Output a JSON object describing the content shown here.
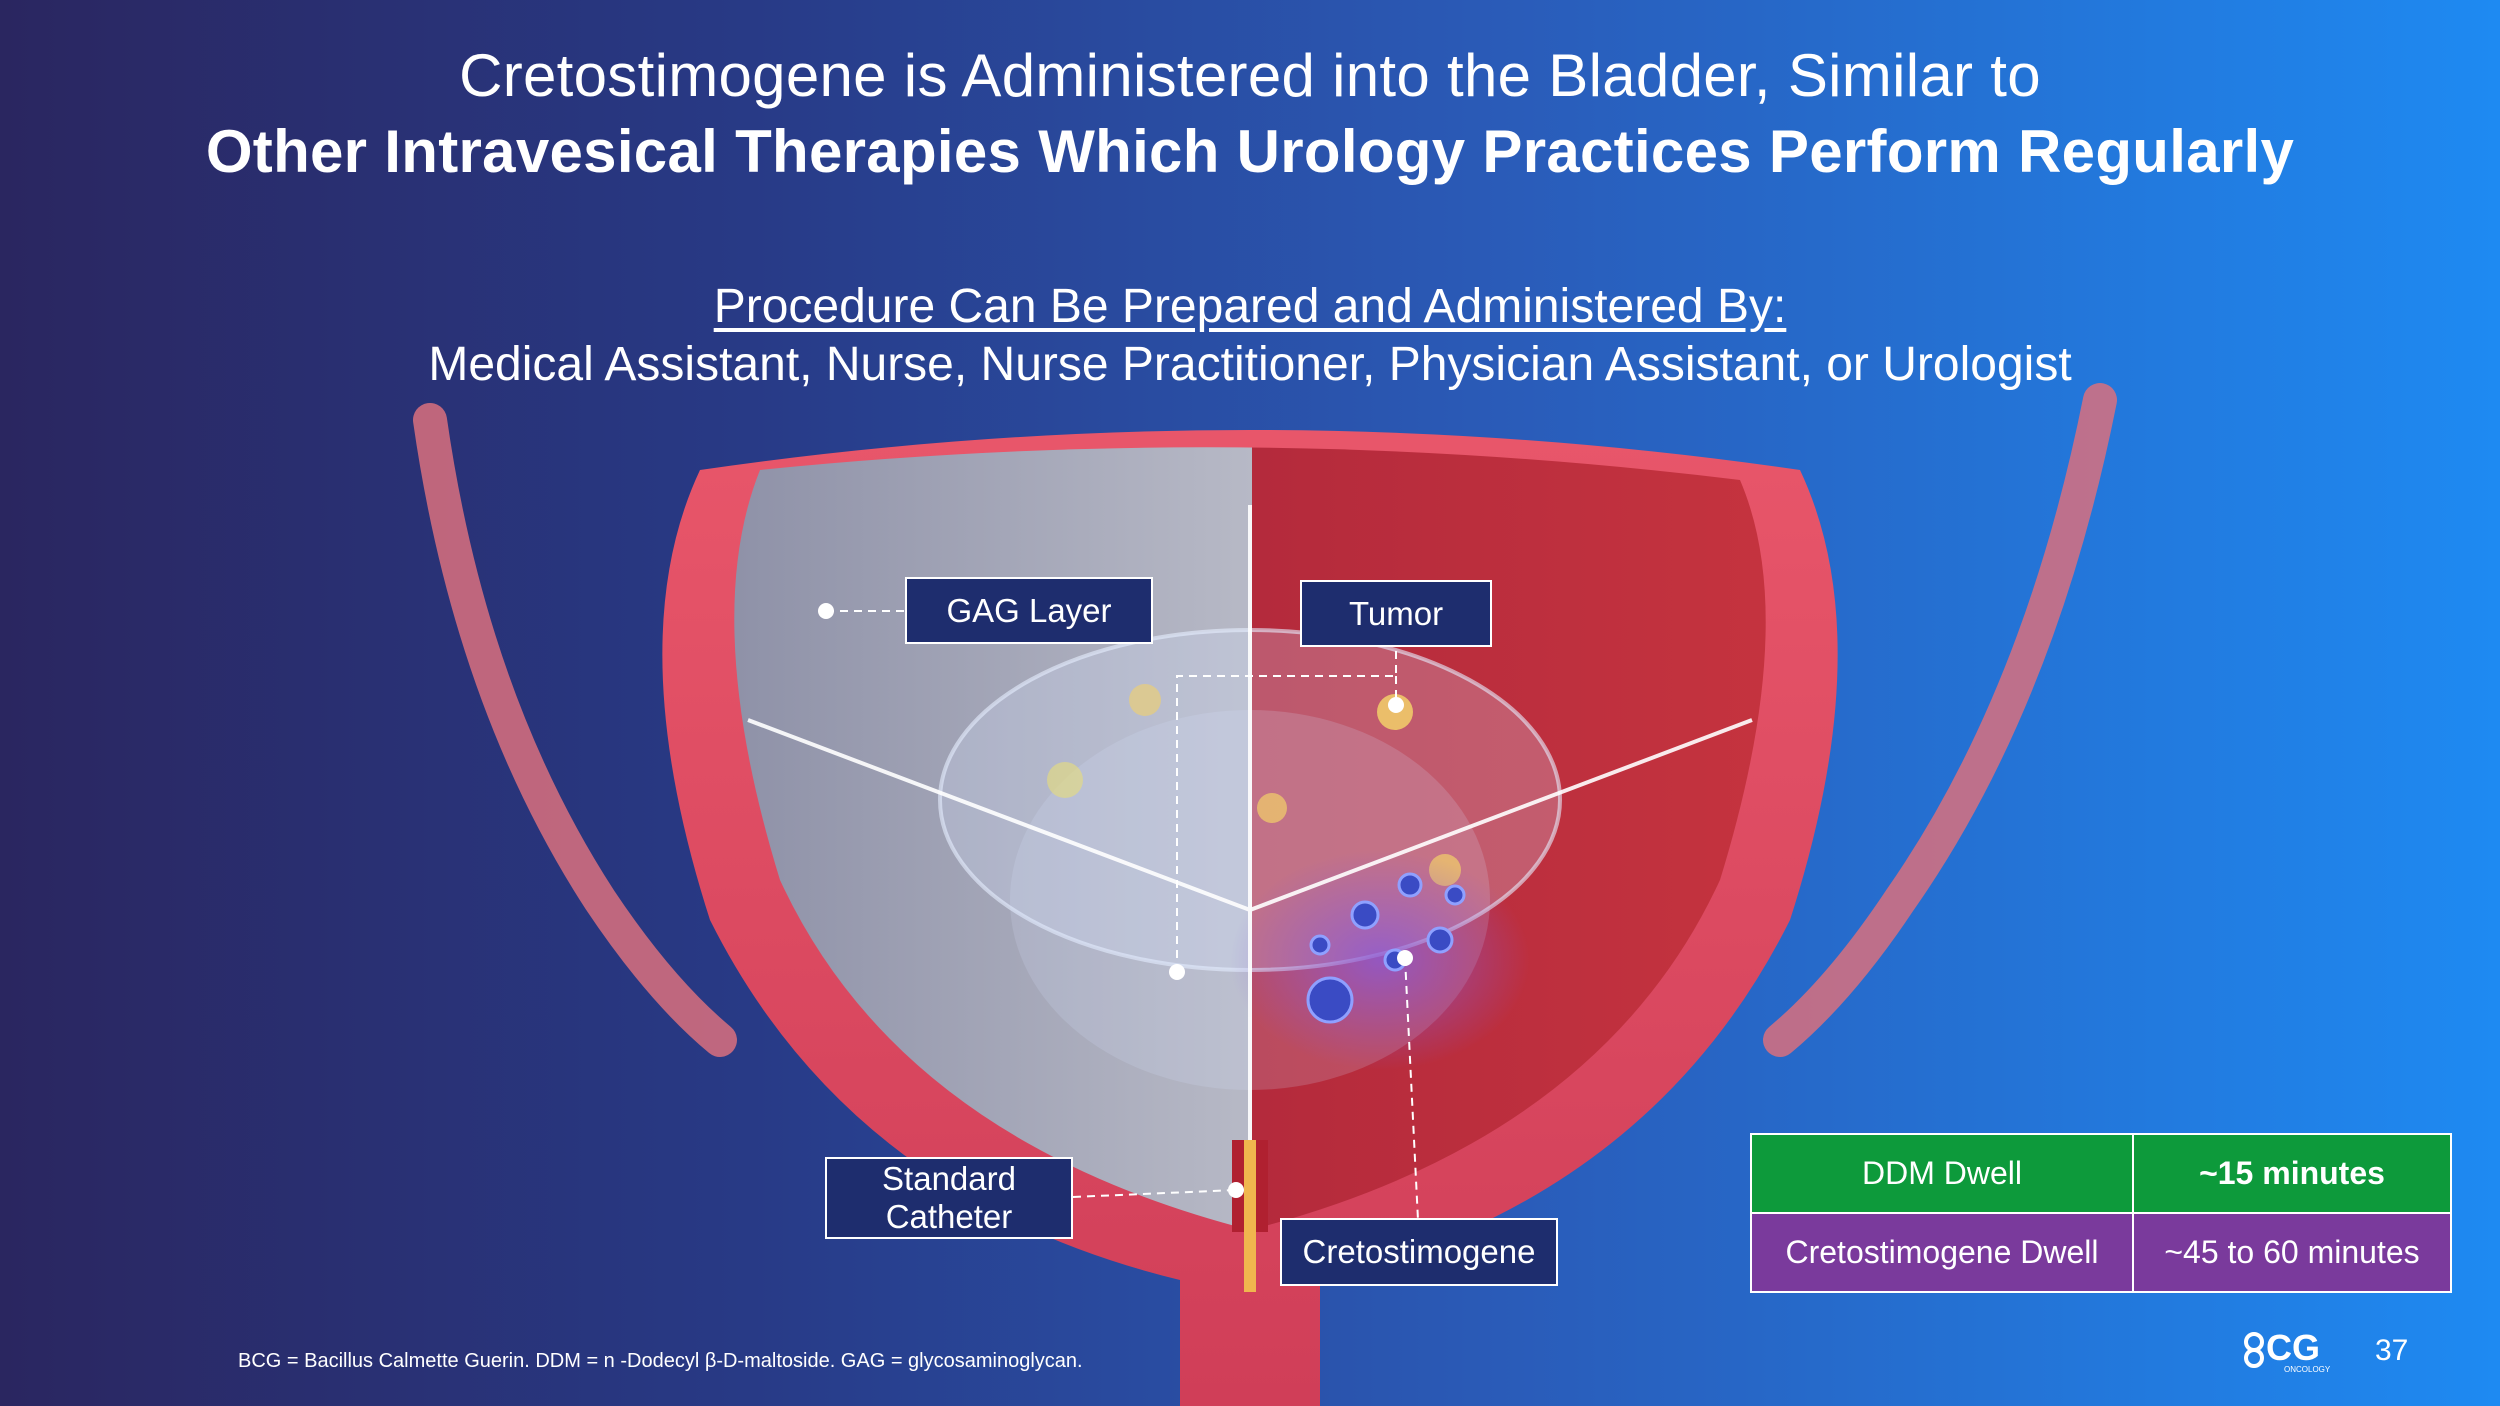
{
  "slide": {
    "title_line1": "Cretostimogene is Administered into the Bladder, Similar to",
    "title_line2": "Other Intravesical Therapies Which Urology Practices Perform Regularly",
    "subhead_underlined": "Procedure Can Be Prepared and Administered By:",
    "subhead_text": "Medical Assistant, Nurse, Nurse Practitioner, Physician Assistant, or Urologist"
  },
  "labels": {
    "gag_layer": "GAG Layer",
    "tumor": "Tumor",
    "standard_catheter_line1": "Standard",
    "standard_catheter_line2": "Catheter",
    "cretostimogene": "Cretostimogene"
  },
  "dwell_table": {
    "rows": [
      {
        "label": "DDM Dwell",
        "value": "~15 minutes"
      },
      {
        "label": "Cretostimogene Dwell",
        "value": "~45 to 60 minutes"
      }
    ],
    "colors": {
      "row1": "#0d9a3b",
      "row2": "#7a3a9c"
    }
  },
  "footnote": "BCG = Bacillus Calmette Guerin. DDM = n -Dodecyl β-D-maltoside. GAG = glycosaminoglycan.",
  "logo": {
    "icon": "cg-oncology-logo",
    "text": "CG",
    "subtext": "ONCOLOGY"
  },
  "page_number": "37"
}
